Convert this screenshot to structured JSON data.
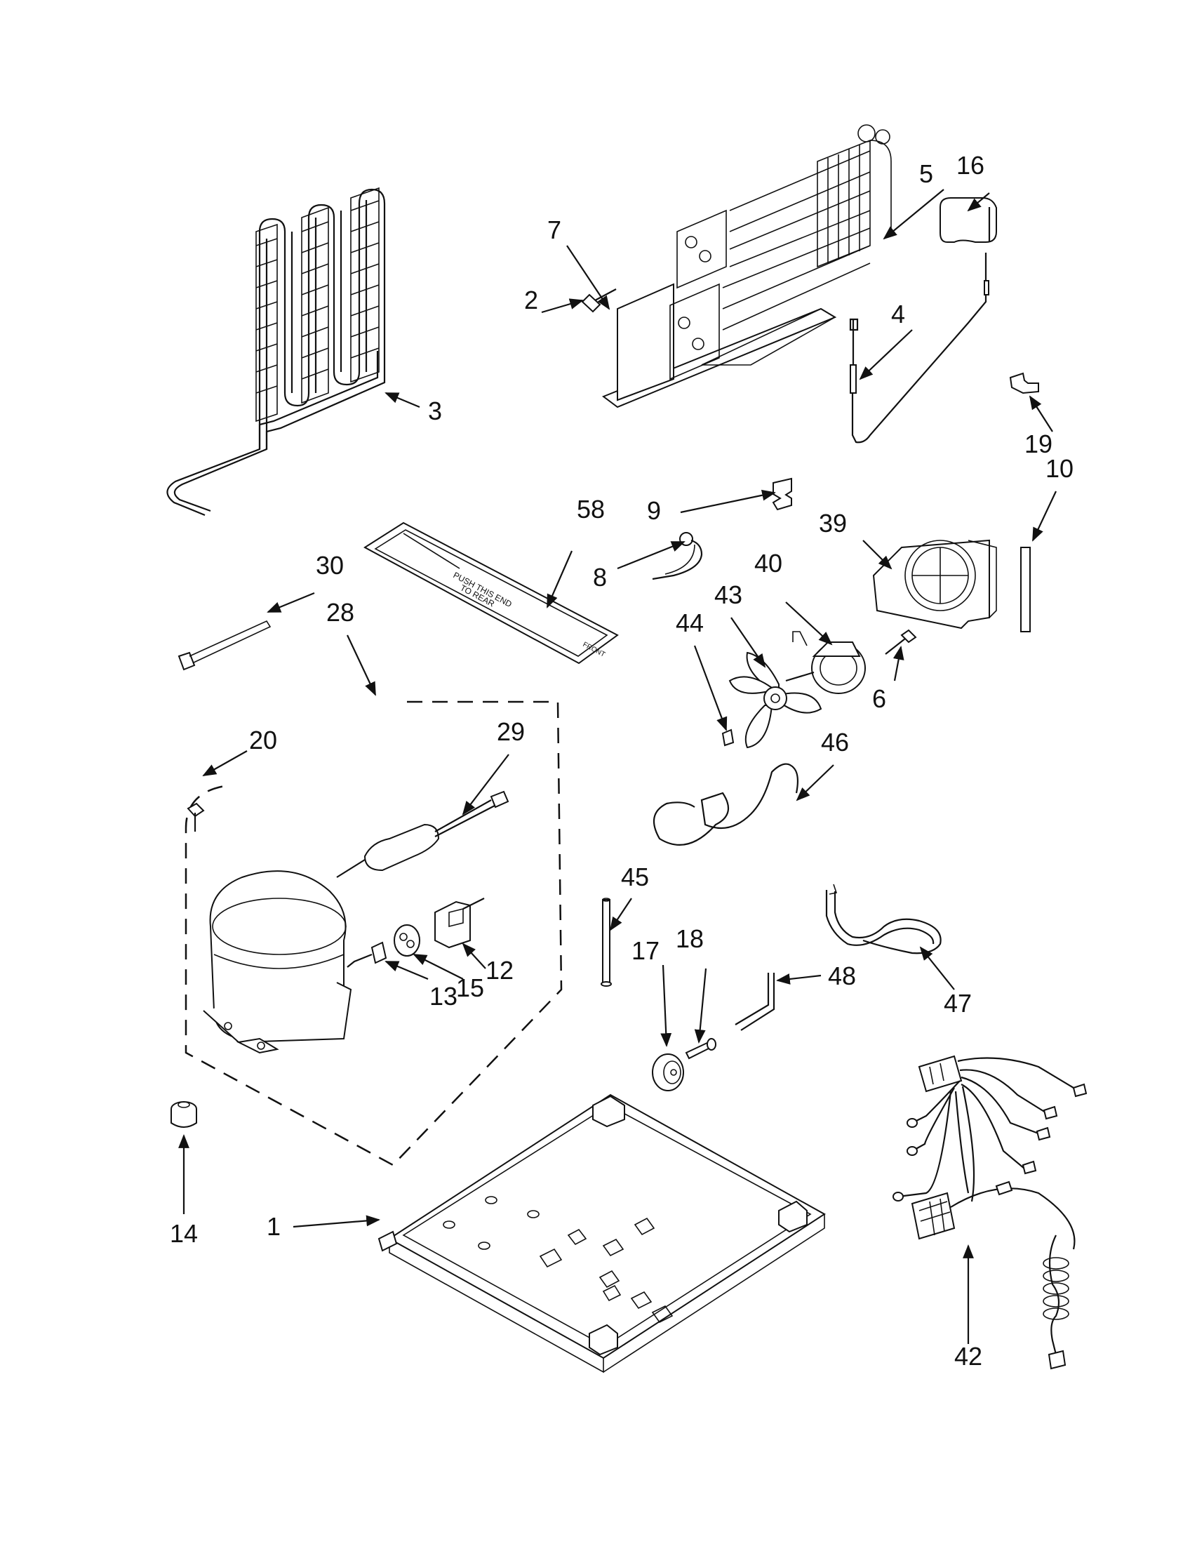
{
  "diagram": {
    "callouts": [
      "1",
      "2",
      "3",
      "4",
      "5",
      "6",
      "7",
      "8",
      "9",
      "10",
      "12",
      "13",
      "14",
      "15",
      "16",
      "17",
      "18",
      "19",
      "20",
      "28",
      "29",
      "30",
      "39",
      "40",
      "42",
      "43",
      "44",
      "45",
      "46",
      "47",
      "48",
      "58"
    ],
    "decal_text": [
      "PUSH THIS END",
      "TO REAR",
      "FRONT"
    ]
  }
}
